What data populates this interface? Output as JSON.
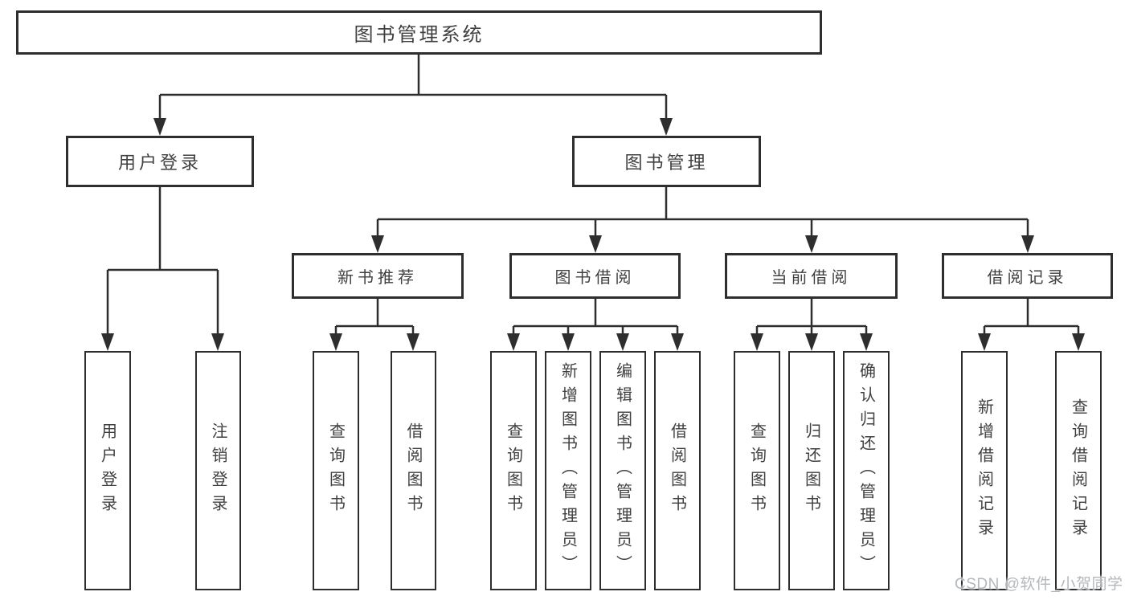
{
  "diagram_type": "functional-structure-tree",
  "colors": {
    "line": "#2e2e2e",
    "box_border": "#2e2e2e",
    "text": "#404040",
    "background": "#ffffff",
    "watermark_text": "#b4b8bc"
  },
  "tree": {
    "label": "图书管理系统",
    "children": [
      {
        "label": "用户登录",
        "children": [
          {
            "label": "用户登录"
          },
          {
            "label": "注销登录"
          }
        ]
      },
      {
        "label": "图书管理",
        "children": [
          {
            "label": "新书推荐",
            "children": [
              {
                "label": "查询图书"
              },
              {
                "label": "借阅图书"
              }
            ]
          },
          {
            "label": "图书借阅",
            "children": [
              {
                "label": "查询图书"
              },
              {
                "label": "新增图书（管理员）"
              },
              {
                "label": "编辑图书（管理员）"
              },
              {
                "label": "借阅图书"
              }
            ]
          },
          {
            "label": "当前借阅",
            "children": [
              {
                "label": "查询图书"
              },
              {
                "label": "归还图书"
              },
              {
                "label": "确认归还（管理员）"
              }
            ]
          },
          {
            "label": "借阅记录",
            "children": [
              {
                "label": "新增借阅记录"
              },
              {
                "label": "查询借阅记录"
              }
            ]
          }
        ]
      }
    ]
  },
  "watermark": "CSDN @软件_小贺同学"
}
